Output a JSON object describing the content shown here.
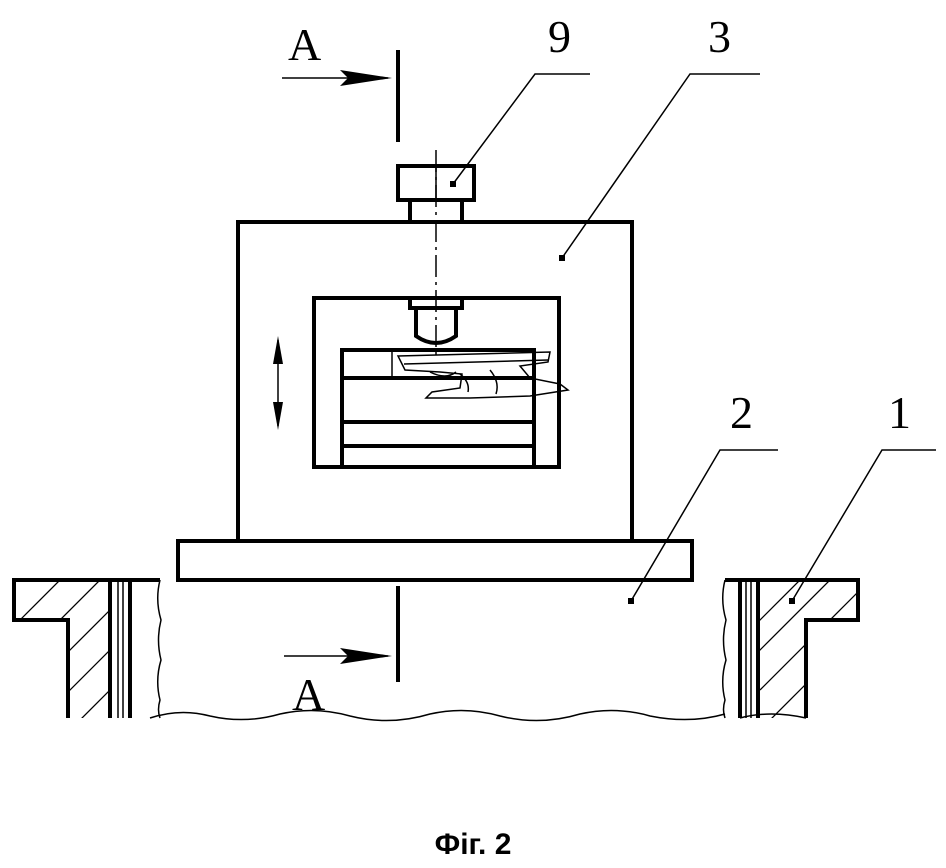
{
  "labels": {
    "section_top": "A",
    "section_bottom": "A",
    "part_9": "9",
    "part_3": "3",
    "part_2": "2",
    "part_1": "1"
  },
  "caption": "Фіг. 2"
}
